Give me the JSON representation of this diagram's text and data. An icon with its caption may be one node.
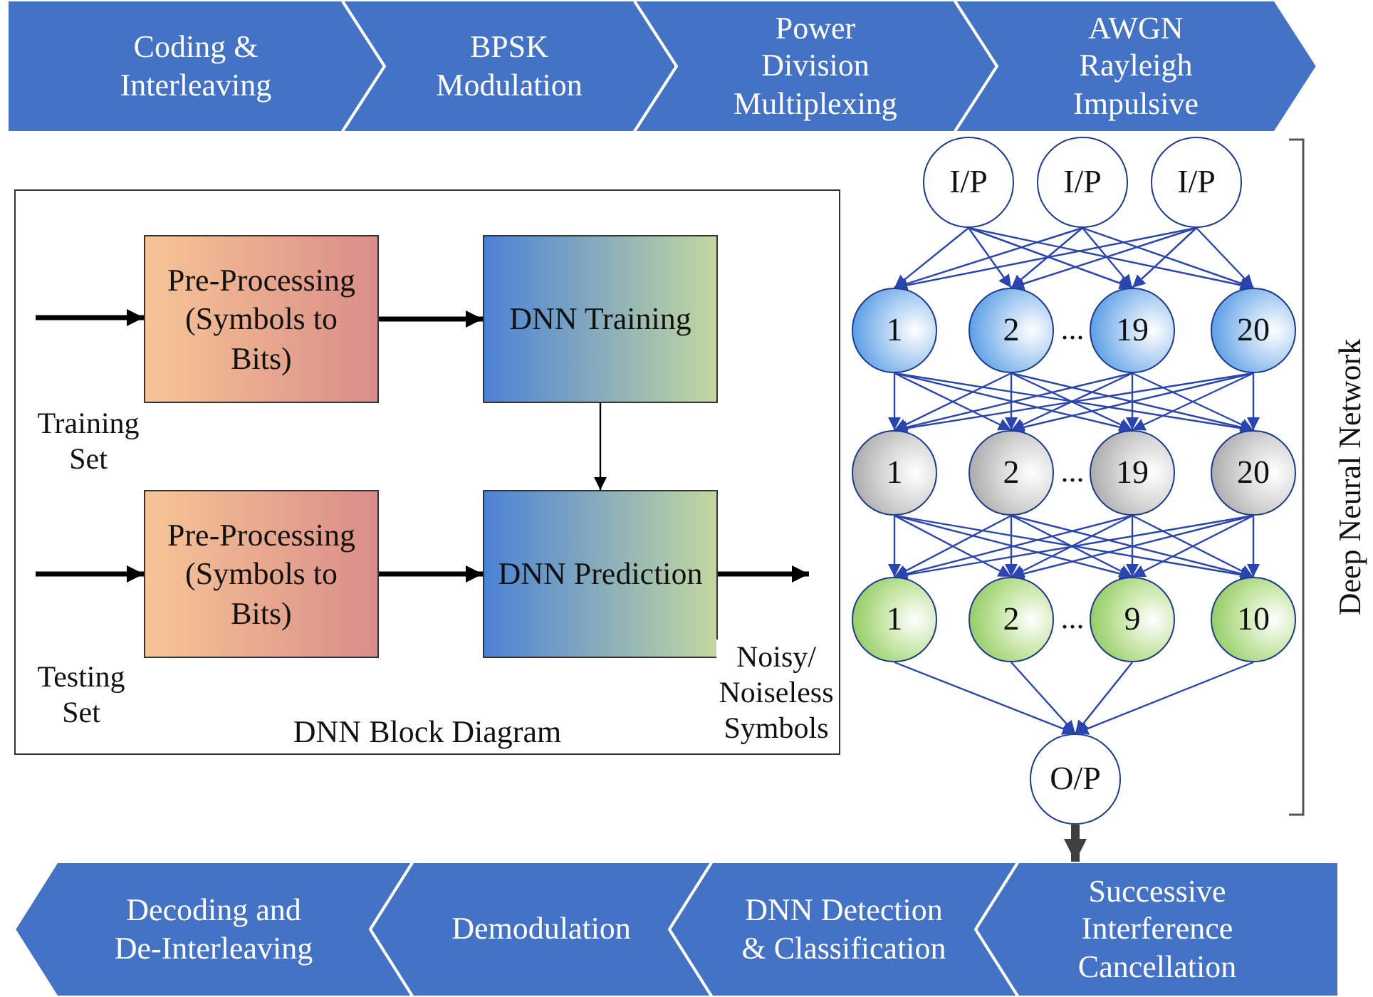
{
  "diagram": {
    "nodes": [
      {
        "text": [
          "Coding & Interleaving"
        ]
      },
      {
        "text": [
          "BPSK Modulation"
        ]
      },
      {
        "text": [
          "Power Division Multiplexing"
        ]
      },
      {
        "text": [
          "AWGN Rayleigh Impulsive"
        ]
      },
      {
        "text": [
          "DNN Block Diagram"
        ]
      },
      {
        "text": [
          "Pre-Processing (Symbols to Bits)"
        ],
        "in": 4
      },
      {
        "text": [
          "DNN Training"
        ],
        "in": 4
      },
      {
        "text": [
          "Pre-Processing (Symbols to Bits)"
        ],
        "in": 4
      },
      {
        "text": [
          "DNN Prediction"
        ],
        "in": 4
      },
      {
        "text": [
          "I/P"
        ]
      },
      {
        "text": [
          "I/P"
        ]
      },
      {
        "text": [
          "I/P"
        ]
      },
      {
        "text": [
          "1"
        ]
      },
      {
        "text": [
          "2"
        ]
      },
      {
        "text": [
          "19"
        ]
      },
      {
        "text": [
          "20"
        ]
      },
      {
        "text": [
          "1"
        ]
      },
      {
        "text": [
          "2"
        ]
      },
      {
        "text": [
          "19"
        ]
      },
      {
        "text": [
          "20"
        ]
      },
      {
        "text": [
          "1"
        ]
      },
      {
        "text": [
          "2"
        ]
      },
      {
        "text": [
          "9"
        ]
      },
      {
        "text": [
          "10"
        ]
      },
      {
        "text": [
          "O/P"
        ]
      },
      {
        "text": [
          "Decoding and De-Interleaving"
        ]
      },
      {
        "text": [
          "Demodulation"
        ]
      },
      {
        "text": [
          "DNN Detection & Classification"
        ]
      },
      {
        "text": [
          "Successive Interference Cancellation"
        ]
      }
    ],
    "edges": [
      {
        "from": null,
        "to": 5,
        "arrow": "to",
        "label": "Training Set",
        "style": "thick",
        "color": "#000000"
      },
      {
        "from": 5,
        "to": 6,
        "arrow": "to",
        "style": "thick",
        "color": "#000000"
      },
      {
        "from": 6,
        "to": 8,
        "arrow": "to",
        "color": "#000000"
      },
      {
        "from": null,
        "to": 7,
        "arrow": "to",
        "label": "Testing Set",
        "style": "thick",
        "color": "#000000"
      },
      {
        "from": 7,
        "to": 8,
        "arrow": "to",
        "style": "thick",
        "color": "#000000"
      },
      {
        "from": 8,
        "to": null,
        "arrow": "to",
        "label": "Noisy/ Noiseless Symbols",
        "style": "thick",
        "color": "#000000"
      },
      {
        "from": 9,
        "to": 12,
        "arrow": "to"
      },
      {
        "from": 9,
        "to": 13,
        "arrow": "to"
      },
      {
        "from": 9,
        "to": 14,
        "arrow": "to"
      },
      {
        "from": 9,
        "to": 15,
        "arrow": "to"
      },
      {
        "from": 10,
        "to": 12,
        "arrow": "to"
      },
      {
        "from": 10,
        "to": 13,
        "arrow": "to"
      },
      {
        "from": 10,
        "to": 14,
        "arrow": "to"
      },
      {
        "from": 10,
        "to": 15,
        "arrow": "to"
      },
      {
        "from": 11,
        "to": 12,
        "arrow": "to"
      },
      {
        "from": 11,
        "to": 13,
        "arrow": "to"
      },
      {
        "from": 11,
        "to": 14,
        "arrow": "to"
      },
      {
        "from": 11,
        "to": 15,
        "arrow": "to"
      },
      {
        "from": 12,
        "to": 16,
        "arrow": "to"
      },
      {
        "from": 12,
        "to": 17,
        "arrow": "to"
      },
      {
        "from": 12,
        "to": 18,
        "arrow": "to"
      },
      {
        "from": 12,
        "to": 19,
        "arrow": "to"
      },
      {
        "from": 13,
        "to": 16,
        "arrow": "to"
      },
      {
        "from": 13,
        "to": 17,
        "arrow": "to"
      },
      {
        "from": 13,
        "to": 18,
        "arrow": "to"
      },
      {
        "from": 13,
        "to": 19,
        "arrow": "to"
      },
      {
        "from": 14,
        "to": 16,
        "arrow": "to"
      },
      {
        "from": 14,
        "to": 17,
        "arrow": "to"
      },
      {
        "from": 14,
        "to": 18,
        "arrow": "to"
      },
      {
        "from": 14,
        "to": 19,
        "arrow": "to"
      },
      {
        "from": 15,
        "to": 16,
        "arrow": "to"
      },
      {
        "from": 15,
        "to": 17,
        "arrow": "to"
      },
      {
        "from": 15,
        "to": 18,
        "arrow": "to"
      },
      {
        "from": 15,
        "to": 19,
        "arrow": "to"
      },
      {
        "from": 16,
        "to": 20,
        "arrow": "to"
      },
      {
        "from": 16,
        "to": 21,
        "arrow": "to"
      },
      {
        "from": 16,
        "to": 22,
        "arrow": "to"
      },
      {
        "from": 16,
        "to": 23,
        "arrow": "to"
      },
      {
        "from": 17,
        "to": 20,
        "arrow": "to"
      },
      {
        "from": 17,
        "to": 21,
        "arrow": "to"
      },
      {
        "from": 17,
        "to": 22,
        "arrow": "to"
      },
      {
        "from": 17,
        "to": 23,
        "arrow": "to"
      },
      {
        "from": 18,
        "to": 20,
        "arrow": "to"
      },
      {
        "from": 18,
        "to": 21,
        "arrow": "to"
      },
      {
        "from": 18,
        "to": 22,
        "arrow": "to"
      },
      {
        "from": 18,
        "to": 23,
        "arrow": "to"
      },
      {
        "from": 19,
        "to": 20,
        "arrow": "to"
      },
      {
        "from": 19,
        "to": 21,
        "arrow": "to"
      },
      {
        "from": 19,
        "to": 22,
        "arrow": "to"
      },
      {
        "from": 19,
        "to": 23,
        "arrow": "to"
      },
      {
        "from": 20,
        "to": 24,
        "arrow": "to"
      },
      {
        "from": 21,
        "to": 24,
        "arrow": "to"
      },
      {
        "from": 22,
        "to": 24,
        "arrow": "to"
      },
      {
        "from": 23,
        "to": 24,
        "arrow": "to"
      },
      {
        "from": 24,
        "to": 28,
        "arrow": "to",
        "style": "thick",
        "color": "#404040"
      }
    ],
    "labels": [
      "...",
      "...",
      "...",
      "Deep Neural Network"
    ]
  }
}
